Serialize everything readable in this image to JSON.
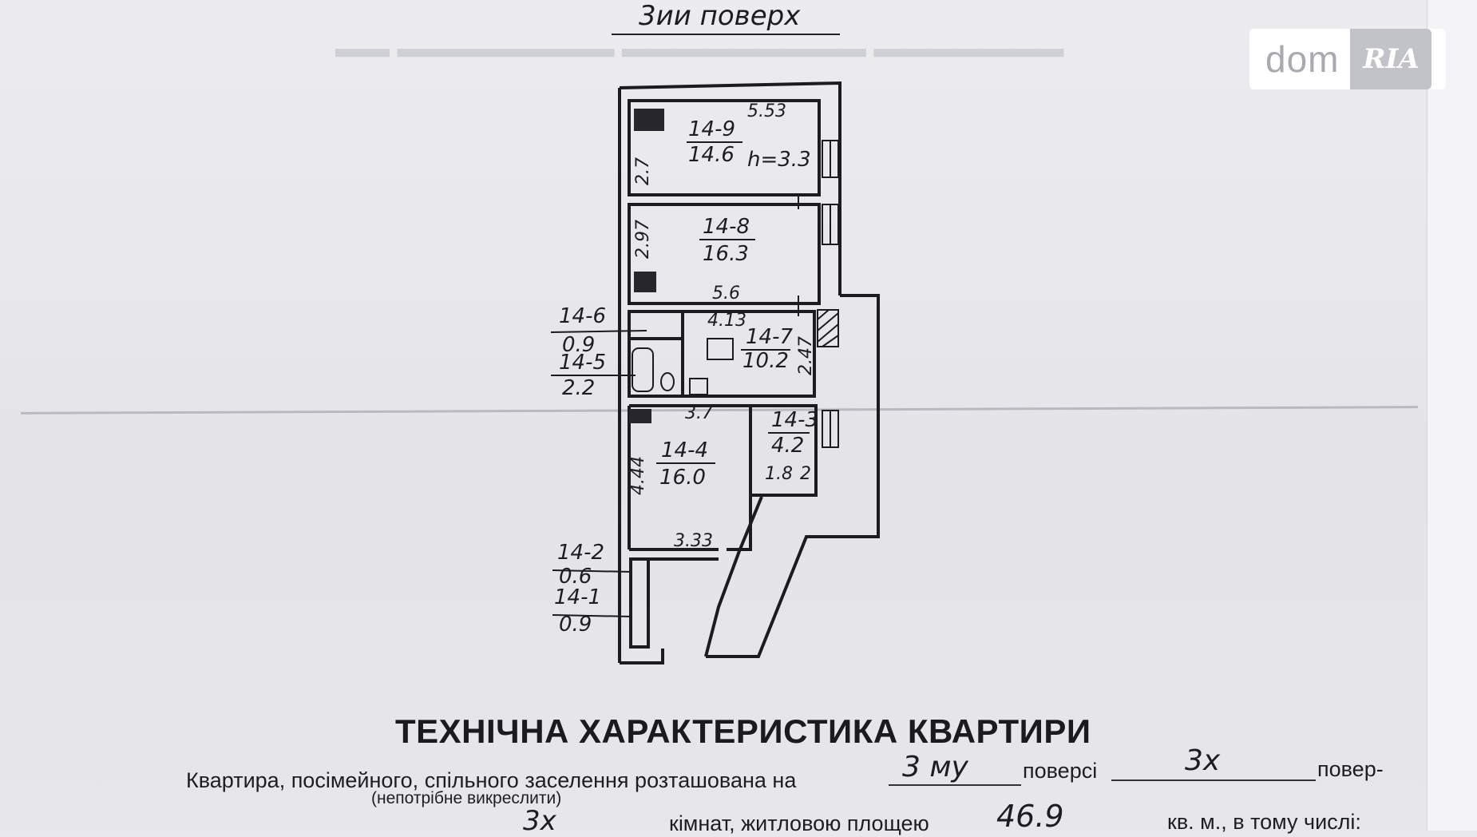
{
  "heading": {
    "floor": "3ии поверх"
  },
  "rooms": [
    {
      "id": "14-9",
      "area": "14.6",
      "extra": "h=3.3"
    },
    {
      "id": "14-8",
      "area": "16.3"
    },
    {
      "id": "14-7",
      "area": "10.2"
    },
    {
      "id": "14-6",
      "area": "0.9"
    },
    {
      "id": "14-5",
      "area": "2.2"
    },
    {
      "id": "14-4",
      "area": "16.0"
    },
    {
      "id": "14-3",
      "area": "4.2"
    },
    {
      "id": "14-2",
      "area": "0.6"
    },
    {
      "id": "14-1",
      "area": "0.9"
    }
  ],
  "dimensions": [
    "5.53",
    "2.7",
    "2.97",
    "5.6",
    "4.13",
    "2.47",
    "3.7",
    "4.44",
    "1.8",
    "2",
    "3.33"
  ],
  "logo": {
    "dom": "dom",
    "ria": "RIA"
  },
  "document": {
    "title": "ТЕХНІЧНА ХАРАКТЕРИСТИКА КВАРТИРИ",
    "line1_prefix": "Квартира, посімейного, спільного заселення розташована на",
    "floor_value": "3 му",
    "line1_mid": "поверсі",
    "floors_total": "3х",
    "line1_suffix": "повер-",
    "note": "(непотрібне викреслити)",
    "rooms_value": "3х",
    "line2_mid": "кімнат, житловою площею",
    "living_area": "46.9",
    "line2_suffix": "кв. м., в тому числі:"
  },
  "colors": {
    "ink": "#1c1c22",
    "paper": "#e8e8ec"
  }
}
